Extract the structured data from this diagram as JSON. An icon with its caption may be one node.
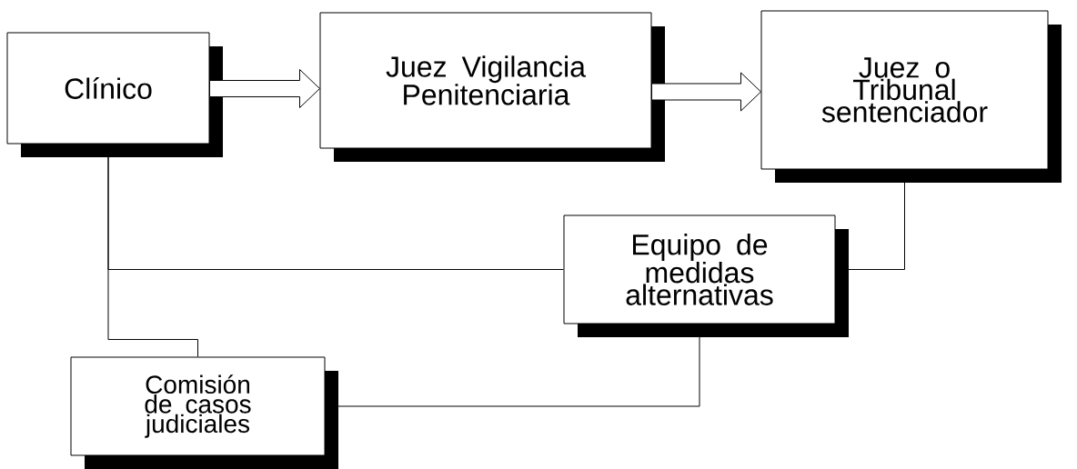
{
  "diagram": {
    "nodes": [
      {
        "text": [
          "Clínico"
        ]
      },
      {
        "text": [
          "Juez Vigilancia Penitenciaria"
        ]
      },
      {
        "text": [
          "Juez o Tribunal sentenciador"
        ]
      },
      {
        "text": [
          "Equipo de medidas alternativas"
        ]
      },
      {
        "text": [
          "Comisión de casos judiciales"
        ]
      }
    ],
    "edges": [
      {
        "from": 0,
        "to": 1,
        "arrow": "to",
        "style": "thick"
      },
      {
        "from": 1,
        "to": 2,
        "arrow": "to",
        "style": "thick"
      },
      {
        "from": 0,
        "to": 3,
        "arrow": "none"
      },
      {
        "from": 0,
        "to": 4,
        "arrow": "none"
      },
      {
        "from": 2,
        "to": 3,
        "arrow": "none"
      },
      {
        "from": 3,
        "to": 4,
        "arrow": "none"
      }
    ]
  }
}
